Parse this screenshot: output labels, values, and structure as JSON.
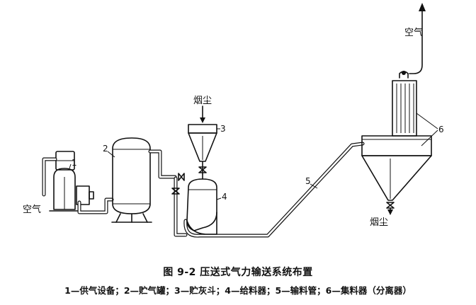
{
  "figure": {
    "title": "图 9-2   压送式气力输送系统布置",
    "legend": "1—供气设备；2—贮气罐；3—贮灰斗；4—给料器；5—输料管；6—集料器（分离器）"
  },
  "labels": {
    "air_in": "空气",
    "air_out": "空气",
    "dust_in": "烟尘",
    "dust_out": "烟尘"
  },
  "callouts": {
    "n1": "1",
    "n2": "2",
    "n3": "3",
    "n4": "4",
    "n5": "5",
    "n6": "6"
  }
}
